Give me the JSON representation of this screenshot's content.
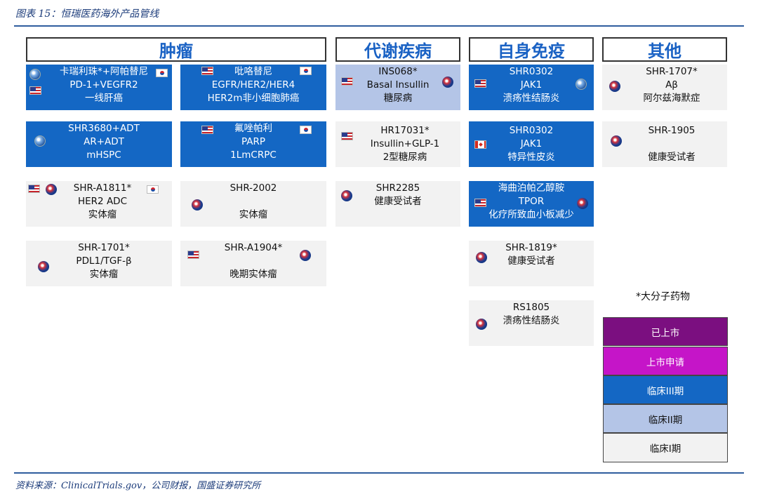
{
  "figure_title": "图表 15：恒瑞医药海外产品管线",
  "source": "资料来源：ClinicalTrials.gov，公司财报，国盛证券研究所",
  "headers": [
    {
      "id": "oncology",
      "label": "肿瘤"
    },
    {
      "id": "metabolic",
      "label": "代谢疾病"
    },
    {
      "id": "immune",
      "label": "自身免疫"
    },
    {
      "id": "other",
      "label": "其他"
    }
  ],
  "cards": {
    "c1": {
      "phase": "临床III期",
      "lines": [
        "卡瑞利珠*+阿帕替尼",
        "PD-1+VEGFR2",
        "一线肝癌"
      ],
      "icons": [
        "globe-icon",
        "us-flag-icon",
        "kr-flag-icon"
      ]
    },
    "c2": {
      "phase": "临床III期",
      "lines": [
        "SHR3680+ADT",
        "AR+ADT",
        "mHSPC"
      ],
      "icons": [
        "globe-icon"
      ]
    },
    "c3": {
      "phase": "临床I期",
      "lines": [
        "SHR-A1811*",
        "HER2 ADC",
        "实体瘤"
      ],
      "icons": [
        "us-flag-icon",
        "au-globe-icon",
        "kr-flag-icon"
      ]
    },
    "c4": {
      "phase": "临床I期",
      "lines": [
        "SHR-1701*",
        "PDL1/TGF-β",
        "实体瘤"
      ],
      "icons": [
        "au-globe-icon"
      ]
    },
    "c5": {
      "phase": "临床III期",
      "lines": [
        "吡咯替尼",
        "EGFR/HER2/HER4",
        "HER2m非小细胞肺癌"
      ],
      "icons": [
        "us-flag-icon",
        "kr-flag-icon"
      ]
    },
    "c6": {
      "phase": "临床III期",
      "lines": [
        "氟唑帕利",
        "PARP",
        "1LmCRPC"
      ],
      "icons": [
        "us-flag-icon",
        "kr-flag-icon"
      ]
    },
    "c7": {
      "phase": "临床I期",
      "lines": [
        "SHR-2002",
        "",
        "实体瘤"
      ],
      "icons": [
        "au-globe-icon"
      ]
    },
    "c8": {
      "phase": "临床I期",
      "lines": [
        "SHR-A1904*",
        "",
        "晚期实体瘤"
      ],
      "icons": [
        "us-flag-icon",
        "au-globe-icon"
      ]
    },
    "c9": {
      "phase": "临床II期",
      "lines": [
        "INS068*",
        "Basal Insullin",
        "糖尿病"
      ],
      "icons": [
        "us-flag-icon",
        "au-globe-icon"
      ]
    },
    "c10": {
      "phase": "临床I期",
      "lines": [
        "HR17031*",
        "Insullin+GLP-1",
        "2型糖尿病"
      ],
      "icons": [
        "us-flag-icon"
      ]
    },
    "c11": {
      "phase": "临床I期",
      "lines": [
        "SHR2285",
        "健康受试者",
        ""
      ],
      "icons": [
        "au-globe-icon"
      ]
    },
    "c12": {
      "phase": "临床III期",
      "lines": [
        "SHR0302",
        "JAK1",
        "溃疡性结肠炎"
      ],
      "icons": [
        "us-flag-icon",
        "globe-icon"
      ]
    },
    "c13": {
      "phase": "临床III期",
      "lines": [
        "SHR0302",
        "JAK1",
        "特异性皮炎"
      ],
      "icons": [
        "ca-flag-icon"
      ]
    },
    "c14": {
      "phase": "临床III期",
      "lines": [
        "海曲泊帕乙醇胺",
        "TPOR",
        "化疗所致血小板减少"
      ],
      "icons": [
        "us-flag-icon",
        "au-globe-icon"
      ]
    },
    "c15": {
      "phase": "临床I期",
      "lines": [
        "SHR-1819*",
        "健康受试者",
        ""
      ],
      "icons": [
        "au-globe-icon"
      ]
    },
    "c16": {
      "phase": "临床I期",
      "lines": [
        "RS1805",
        "溃疡性结肠炎",
        ""
      ],
      "icons": [
        "au-globe-icon"
      ]
    },
    "c17": {
      "phase": "临床I期",
      "lines": [
        "SHR-1707*",
        "Aβ",
        "阿尔兹海默症"
      ],
      "icons": [
        "au-globe-icon"
      ]
    },
    "c18": {
      "phase": "临床I期",
      "lines": [
        "SHR-1905",
        "",
        "健康受试者"
      ],
      "icons": [
        "au-globe-icon"
      ]
    }
  },
  "note": "*大分子药物",
  "legend": [
    {
      "label": "已上市",
      "color": "#7b0f80"
    },
    {
      "label": "上市申请",
      "color": "#c515c8"
    },
    {
      "label": "临床III期",
      "color": "#1467c4"
    },
    {
      "label": "临床II期",
      "color": "#b4c5e7"
    },
    {
      "label": "临床I期",
      "color": "#f2f2f2"
    }
  ]
}
